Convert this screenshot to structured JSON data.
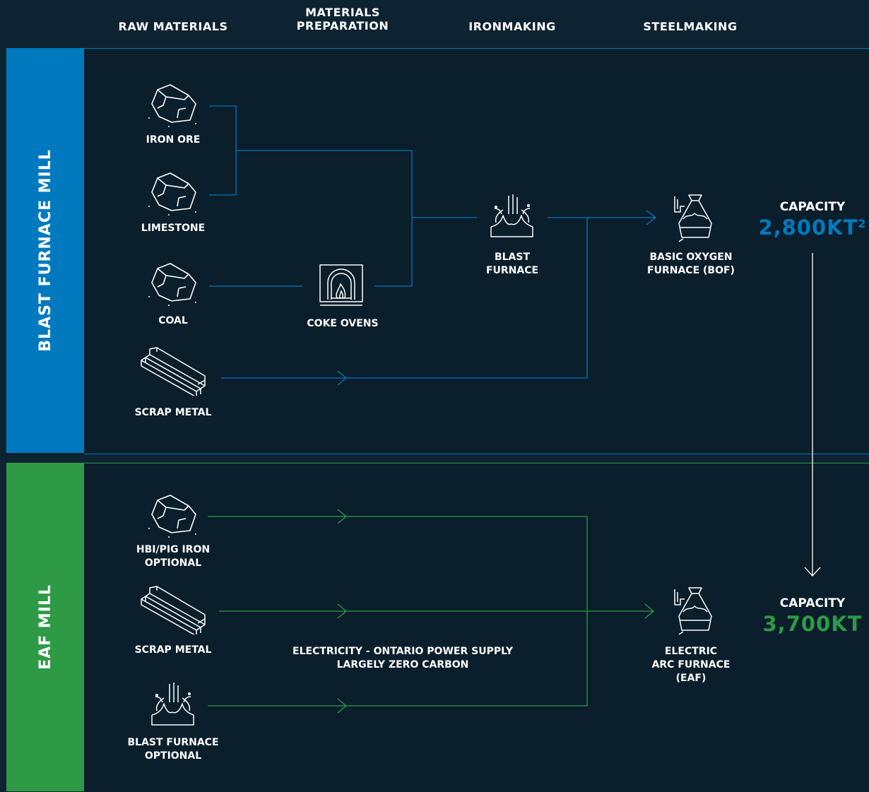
{
  "headers": {
    "raw_materials": "RAW MATERIALS",
    "materials_preparation": "MATERIALS\nPREPARATION",
    "ironmaking": "IRONMAKING",
    "steelmaking": "STEELMAKING"
  },
  "blast_furnace_mill": {
    "title": "BLAST FURNACE MILL",
    "color": "#0079be",
    "iron_ore": "IRON ORE",
    "limestone": "LIMESTONE",
    "coal": "COAL",
    "scrap_metal": "SCRAP METAL",
    "coke_ovens": "COKE OVENS",
    "blast_furnace": "BLAST\nFURNACE",
    "bof": "BASIC OXYGEN\nFURNACE (BOF)",
    "capacity_label": "CAPACITY",
    "capacity_value": "2,800KT",
    "capacity_footnote": "2"
  },
  "eaf_mill": {
    "title": "EAF MILL",
    "color": "#2e9a46",
    "hbi_pig_iron": "HBI/PIG IRON\nOPTIONAL",
    "scrap_metal": "SCRAP METAL",
    "blast_furnace_optional": "BLAST FURNACE\nOPTIONAL",
    "electricity_note": "ELECTRICITY - ONTARIO POWER SUPPLY\nLARGELY ZERO CARBON",
    "eaf": "ELECTRIC\nARC FURNACE\n(EAF)",
    "capacity_label": "CAPACITY",
    "capacity_value": "3,700KT"
  }
}
